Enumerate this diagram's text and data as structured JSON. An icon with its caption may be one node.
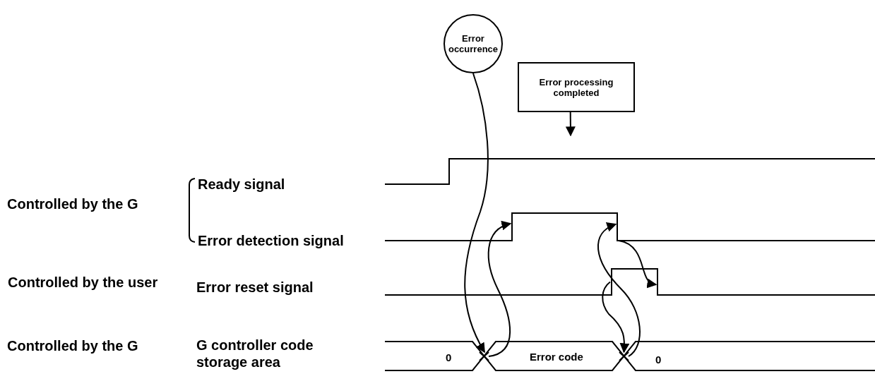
{
  "diagram": {
    "nodes": [
      {
        "text": [
          "Error occurrence"
        ]
      },
      {
        "text": [
          "Error processing completed"
        ]
      },
      {
        "text": [],
        "shape": "cross"
      },
      {
        "text": [],
        "shape": "bar"
      },
      {
        "text": [],
        "shape": "bar"
      },
      {
        "text": [],
        "shape": "bar"
      },
      {
        "text": [],
        "shape": "bar"
      },
      {
        "text": [],
        "shape": "cross"
      }
    ],
    "edges": [
      {
        "from": 0,
        "to": 2,
        "arrow": "to"
      },
      {
        "from": 2,
        "to": 3,
        "arrow": "to"
      },
      {
        "from": 5,
        "to": 7,
        "arrow": "to"
      },
      {
        "from": 7,
        "to": 4,
        "arrow": "to"
      },
      {
        "from": 4,
        "to": 6,
        "arrow": "to"
      },
      {
        "from": 1,
        "to": null,
        "arrow": "to"
      }
    ],
    "labels": [
      "Ready signal",
      "Controlled by the G",
      "Error detection signal",
      "Controlled by the user",
      "Error reset signal",
      "G controller code storage area",
      "Controlled by the G",
      "0",
      "Error code",
      "0"
    ]
  }
}
